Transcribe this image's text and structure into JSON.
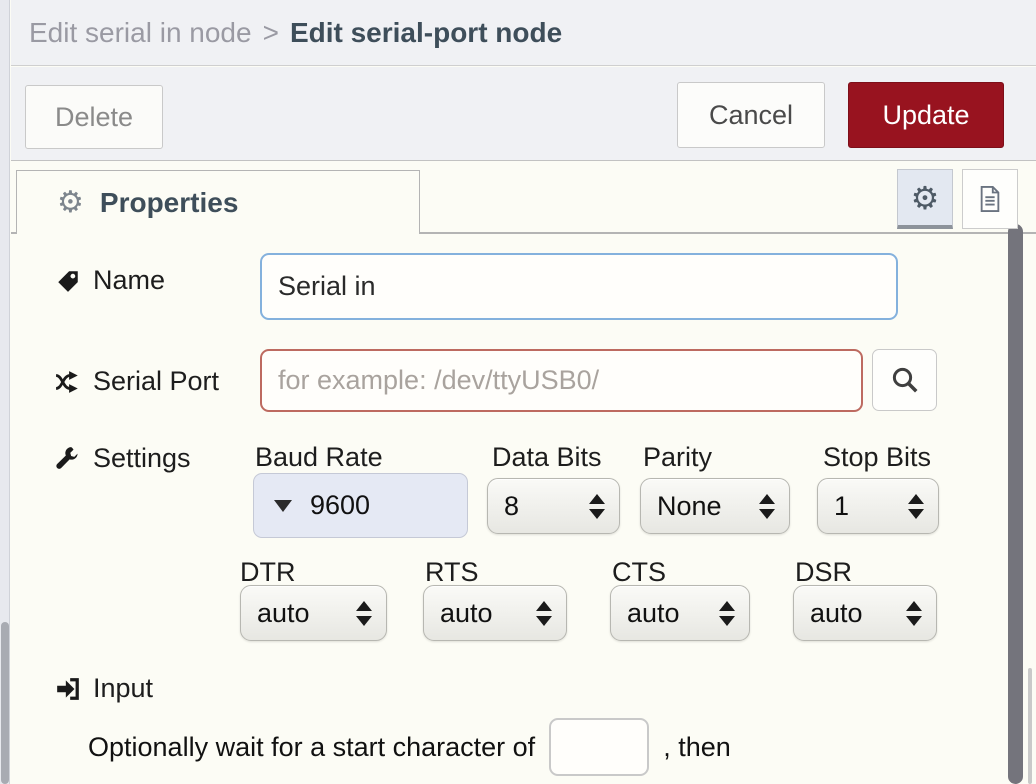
{
  "header": {
    "breadcrumb": [
      {
        "label": "Edit serial in node"
      },
      {
        "label": "Edit serial-port node"
      }
    ],
    "separator": ">"
  },
  "toolbar": {
    "delete_label": "Delete",
    "cancel_label": "Cancel",
    "update_label": "Update"
  },
  "tabs": {
    "properties_label": "Properties"
  },
  "form": {
    "name": {
      "label": "Name",
      "value": "Serial in"
    },
    "serial_port": {
      "label": "Serial Port",
      "placeholder": "for example: /dev/ttyUSB0/"
    },
    "settings": {
      "label": "Settings",
      "baud": {
        "label": "Baud Rate",
        "value": "9600"
      },
      "databits": {
        "label": "Data Bits",
        "value": "8"
      },
      "parity": {
        "label": "Parity",
        "value": "None"
      },
      "stopbits": {
        "label": "Stop Bits",
        "value": "1"
      },
      "dtr": {
        "label": "DTR",
        "value": "auto"
      },
      "rts": {
        "label": "RTS",
        "value": "auto"
      },
      "cts": {
        "label": "CTS",
        "value": "auto"
      },
      "dsr": {
        "label": "DSR",
        "value": "auto"
      }
    },
    "input_section": {
      "label": "Input",
      "wait_text_before": "Optionally wait for a start character of",
      "wait_text_after": ", then",
      "start_char_value": ""
    }
  },
  "icons": {
    "properties_tab": "gear-icon",
    "node_settings": "gear-icon",
    "node_description": "document-icon",
    "name": "tag-icon",
    "serial_port": "shuffle-icon",
    "settings": "wrench-icon",
    "input": "sign-in-icon",
    "search": "magnifier-icon"
  },
  "colors": {
    "update_button": "#98131f",
    "header_bg": "#f0f1f4",
    "body_bg": "#fcfcf5",
    "name_focus_border": "#84b1dd",
    "port_error_border": "#bd6a60",
    "baud_bg": "#e5e9f4"
  },
  "glyphs": {
    "gear": "⚙"
  }
}
